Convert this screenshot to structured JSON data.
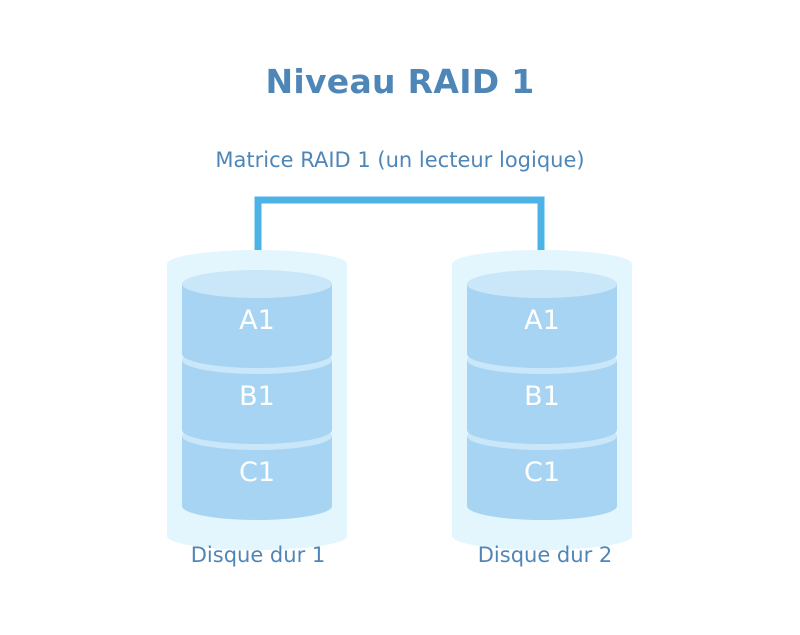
{
  "title": "Niveau RAID 1",
  "array_label": "Matrice RAID 1 (un lecteur logique)",
  "disks": [
    {
      "name": "Disque dur 1",
      "blocks": [
        "A1",
        "B1",
        "C1"
      ]
    },
    {
      "name": "Disque dur 2",
      "blocks": [
        "A1",
        "B1",
        "C1"
      ]
    }
  ],
  "colors": {
    "text": "#4f86b8",
    "connector": "#4db3e6",
    "glow": "#e3f5fd",
    "block_front": "#a7d4f3",
    "block_top": "#c9e7f9",
    "block_label": "#ffffff"
  }
}
